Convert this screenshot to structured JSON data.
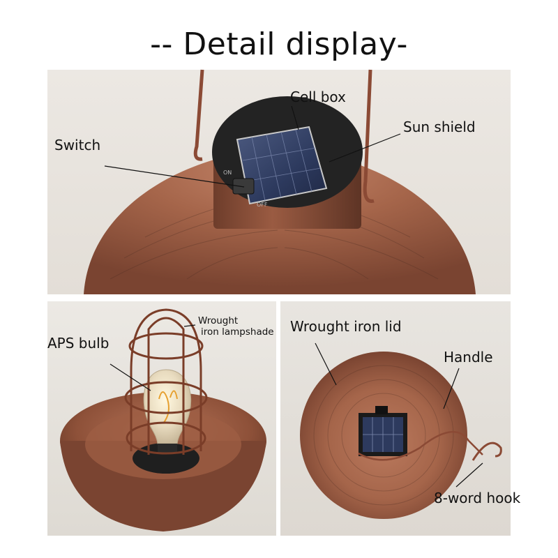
{
  "title": "-- Detail display-",
  "labels": {
    "cell_box": "Cell box",
    "sun_shield": "Sun shield",
    "switch": "Switch",
    "aps_bulb": "APS bulb",
    "lampshade_line1": "Wrought",
    "lampshade_line2": "iron lampshade",
    "lid": "Wrought iron lid",
    "handle": "Handle",
    "hook": "8-word hook"
  },
  "switch_marks": {
    "on": "ON",
    "off": "OFF"
  },
  "colors": {
    "copper": "#a5654a",
    "copper_dark": "#6e3d2b",
    "panel_bg": "#e9e6e1",
    "solar_blue": "#2d3a5e",
    "cap_black": "#1f1f1f"
  }
}
